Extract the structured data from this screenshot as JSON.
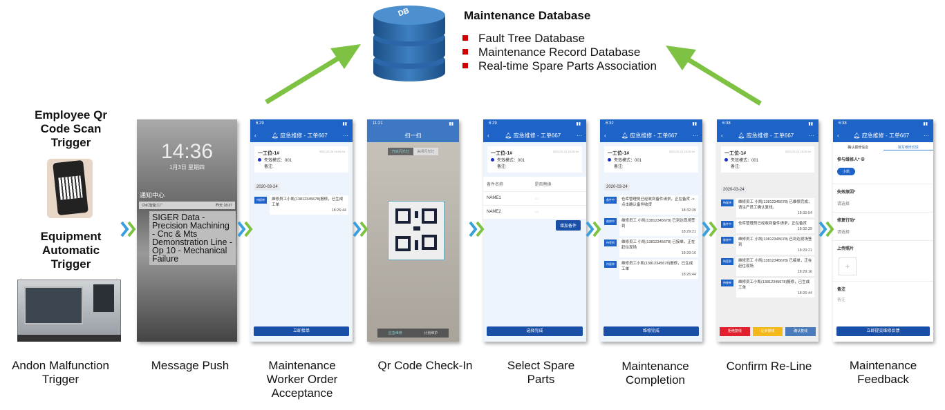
{
  "database": {
    "icon_text": "DB",
    "title": "Maintenance Database",
    "items": [
      "Fault Tree Database",
      "Maintenance Record Database",
      "Real-time Spare Parts Association"
    ],
    "bullet_color": "#d10000"
  },
  "triggers": {
    "qr": "Employee Qr Code Scan Trigger",
    "equipment": "Equipment Automatic Trigger",
    "andon": "Andon Malfunction Trigger"
  },
  "steps": [
    "Message Push",
    "Maintenance Worker Order Acceptance",
    "Qr Code Check-In",
    "Select Spare Parts",
    "Maintenance Completion",
    "Confirm Re-Line",
    "Maintenance Feedback"
  ],
  "colors": {
    "arrow_green": "#7dc242",
    "chevron_blue": "#3aa0dc",
    "app_blue": "#1d63c8"
  },
  "message_push": {
    "time": "14:36",
    "date": "1月3日 星期四",
    "center": "通知中心",
    "app": "CNC智能工厂",
    "when": "昨天 18:37",
    "body": "SIGER Data - Precision Machining - Cnc & Mts Demonstration Line - Op 10 - Mechanical Failure"
  },
  "order": {
    "title": "应急维修 - 工单667",
    "station": "一工位-1#",
    "timestamp": "2020-03-24 18:26:44",
    "fault_mode": "失效模式：001",
    "remark": "备注:",
    "date": "2020-03-24"
  },
  "acceptance": {
    "status": "6:29",
    "events": [
      {
        "tag": "待接单",
        "text": "维修员工小凯(13812345678)报修，已生成工单",
        "time": "18:26:44"
      }
    ],
    "button": "立即接单"
  },
  "qr": {
    "status": "11:21",
    "title": "扫一扫",
    "toggle_on": "开启闪光灯",
    "toggle_off": "关闭闪光灯",
    "tabs": [
      "应急维修",
      "计划维护"
    ]
  },
  "spare": {
    "status": "6:29",
    "col_name": "备件名称",
    "col_replace": "是否替换",
    "rows": [
      "NAME1",
      "NAME2"
    ],
    "add": "增加备件",
    "button": "选择完成"
  },
  "completion": {
    "status": "6:32",
    "events": [
      {
        "tag": "备件中",
        "text": "仓库管理员已经收到备件请求，正在备货 -> 点击确认备件收货",
        "time": "18:32:39"
      },
      {
        "tag": "维修中",
        "text": "维修员工 小凯(13812345678) 已到达现场签到",
        "time": "18:29:21"
      },
      {
        "tag": "待签到",
        "text": "维修员工 小凯(13812345678) 已接单，正在赶往现场",
        "time": "18:29:16"
      },
      {
        "tag": "待接单",
        "text": "维修员工小凯(13812345678)报修，已生成工单",
        "time": "18:26:44"
      }
    ],
    "button": "维修完成"
  },
  "reline": {
    "status": "6:38",
    "events": [
      {
        "tag": "待复线",
        "text": "维修员工 小凯(13812345678) 已维修完成，请生产员工确认复线。",
        "time": "18:32:54"
      },
      {
        "tag": "备件中",
        "text": "仓库管理员已经收到备件请求，正在备货",
        "time": "18:32:39"
      },
      {
        "tag": "维修中",
        "text": "维修员工 小凯(13812345678) 已到达现场签到",
        "time": "18:29:21"
      },
      {
        "tag": "待签到",
        "text": "维修员工 小凯(13812345678) 已接单，正在赶往现场",
        "time": "18:29:16"
      },
      {
        "tag": "待接单",
        "text": "维修员工小凯(13812345678)报修，已生成工单",
        "time": "18:26:44"
      }
    ],
    "buttons": [
      "拒绝复线",
      "让步复线",
      "确认复线"
    ]
  },
  "feedback": {
    "status": "6:38",
    "tabs": [
      "确认报修信息",
      "填写维修反馈"
    ],
    "participants": "参与维修人",
    "person": "小凯",
    "cause": "失效原因",
    "action": "修复行动",
    "select": "请选择",
    "upload": "上传照片",
    "remark": "备注",
    "remark_ph": "备注",
    "button": "立即提交维修反馈"
  }
}
